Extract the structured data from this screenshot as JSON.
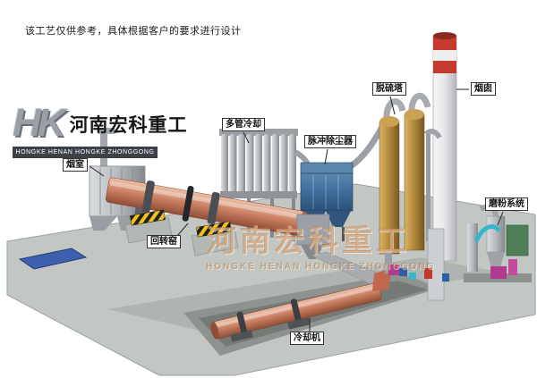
{
  "note": "该工艺仅供参考，具体根据客户的要求进行设计",
  "logo": {
    "monogram": "HK",
    "company_cn": "河南宏科重工",
    "company_en": "HONGKE HENAN HONGKE ZHONGGONG"
  },
  "watermark": {
    "cn": "河南宏科重工",
    "en": "HONGKE HENAN HONGKE ZHONGGONG"
  },
  "labels": {
    "smoke_chamber": "烟室",
    "multi_tube_cooler": "多管冷却",
    "pulse_dust_collector": "脉冲除尘器",
    "desulfurization_tower": "脱硫塔",
    "chimney": "烟囱",
    "grinding_system": "磨粉系统",
    "rotary_kiln": "回转窑",
    "cooling_machine": "冷却机"
  },
  "colors": {
    "kiln": "#cd8265",
    "platform": "#c3c7c3",
    "trench": "#8f938f",
    "dust_collector": "#3e6d9c",
    "tower": "#b68c3e",
    "chimney_band": "#c43b2e",
    "pad_blue": "#3c5fae",
    "green_unit": "#4e7f57",
    "magenta_unit": "#b03a8c",
    "cyan_pipe": "#35b6c9",
    "watermark": "#c17c3c"
  }
}
